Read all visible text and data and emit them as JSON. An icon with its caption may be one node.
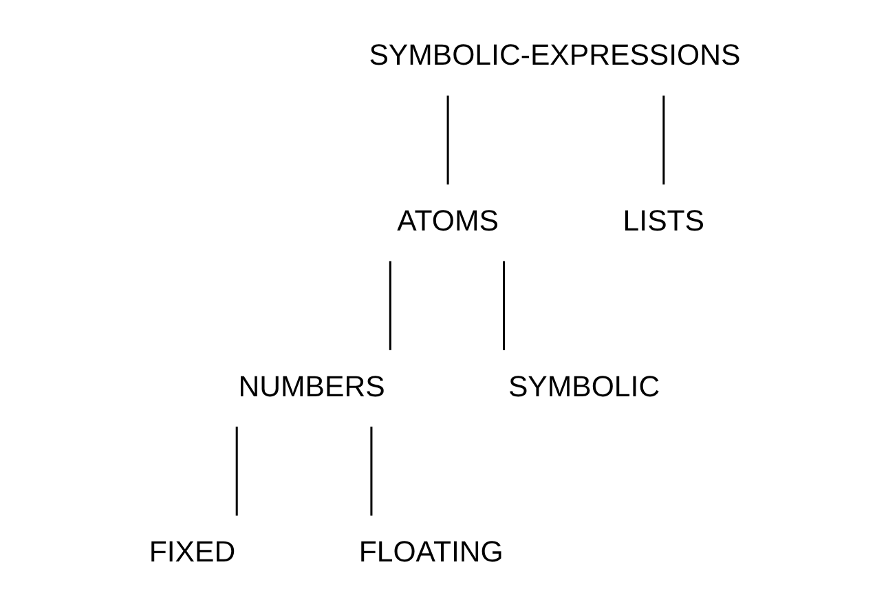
{
  "diagram": {
    "nodes": [
      {
        "text": [
          "SYMBOLIC-EXPRESSIONS"
        ]
      },
      {
        "text": [
          "ATOMS"
        ]
      },
      {
        "text": [
          "LISTS"
        ]
      },
      {
        "text": [
          "NUMBERS"
        ]
      },
      {
        "text": [
          "SYMBOLIC"
        ]
      },
      {
        "text": [
          "FIXED"
        ]
      },
      {
        "text": [
          "FLOATING"
        ]
      }
    ],
    "edges": [
      {
        "from": 0,
        "to": 1,
        "arrow": "none"
      },
      {
        "from": 0,
        "to": 2,
        "arrow": "none"
      },
      {
        "from": 1,
        "to": 3,
        "arrow": "none"
      },
      {
        "from": 1,
        "to": 4,
        "arrow": "none"
      },
      {
        "from": 3,
        "to": 5,
        "arrow": "none"
      },
      {
        "from": 3,
        "to": 6,
        "arrow": "none"
      }
    ]
  }
}
